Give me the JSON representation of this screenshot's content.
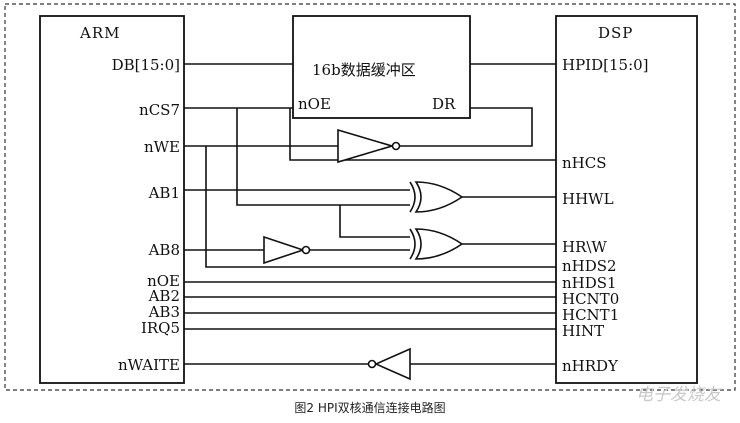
{
  "arm": {
    "title": "ARM",
    "pins": [
      "DB[15:0]",
      "nCS7",
      "nWE",
      "AB1",
      "AB8",
      "nOE",
      "AB2",
      "AB3",
      "IRQ5",
      "nWAITE"
    ]
  },
  "dsp": {
    "title": "DSP",
    "pins": [
      "HPID[15:0]",
      "nHCS",
      "HHWL",
      "HR\\W",
      "nHDS2",
      "nHDS1",
      "HCNT0",
      "HCNT1",
      "HINT",
      "nHRDY"
    ]
  },
  "buffer": {
    "title": "16b数据缓冲区",
    "pin_left": "nOE",
    "pin_right": "DR"
  },
  "caption": "图2 HPI双核通信连接电路图",
  "watermark": "电子发烧友"
}
